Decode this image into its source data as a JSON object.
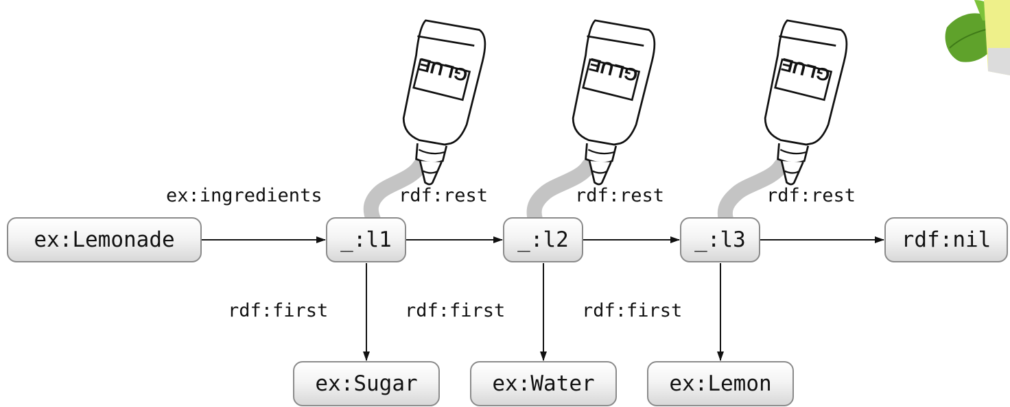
{
  "nodes": {
    "lemonade": "ex:Lemonade",
    "l1": "_:l1",
    "l2": "_:l2",
    "l3": "_:l3",
    "nil": "rdf:nil",
    "sugar": "ex:Sugar",
    "water": "ex:Water",
    "lemon": "ex:Lemon"
  },
  "edges": {
    "ingredients": "ex:ingredients",
    "rest1": "rdf:rest",
    "rest2": "rdf:rest",
    "rest3": "rdf:rest",
    "first1": "rdf:first",
    "first2": "rdf:first",
    "first3": "rdf:first"
  },
  "glue_label": "GLUE",
  "colors": {
    "node_border": "#8a8a8a",
    "glue_drip": "#c4c4c4",
    "leaf_green": "#5fa22b",
    "lemon_yellow": "#eef08a"
  },
  "icons": [
    "glue-bottle-icon",
    "lemon-leaf-icon"
  ]
}
